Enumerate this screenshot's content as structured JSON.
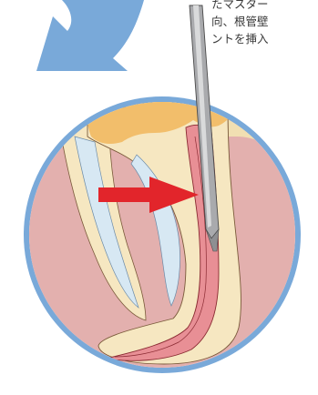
{
  "caption": {
    "lines": [
      "たマスター",
      "向、根管壁",
      "ントを挿入"
    ]
  },
  "colors": {
    "arrow_blue": "#79a9d9",
    "ring_blue": "#79a9d9",
    "gum_pink": "#e3b0ae",
    "bone_background": "#f1dfb2",
    "dentin_cream": "#f6e7c1",
    "enamel_orange": "#f2be6b",
    "canal_light_blue": "#d7e8f3",
    "gutta_percha_red": "#e88f95",
    "pointer_arrow_red": "#e2252b",
    "instrument_gray": "#a9aaad"
  },
  "icons": {
    "curved_arrow": "curved-arrow-icon",
    "pointer_arrow": "red-arrow-icon",
    "instrument": "spreader-instrument-icon"
  }
}
